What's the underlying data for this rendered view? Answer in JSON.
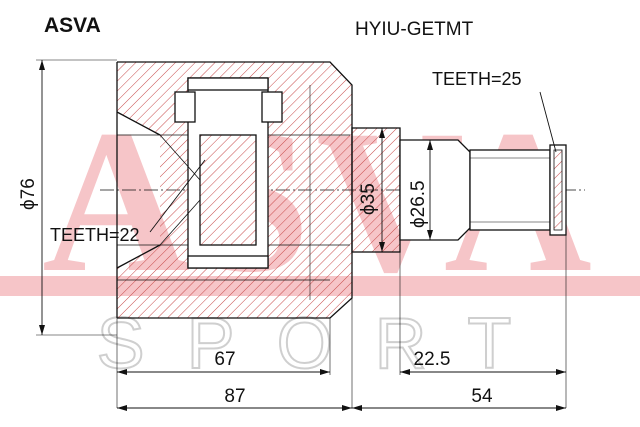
{
  "brand": "ASVA",
  "part_number": "HYIU-GETMT",
  "teeth_outer": "TEETH=25",
  "teeth_inner": "TEETH=22",
  "watermark_top": "ASVA",
  "watermark_bottom": "SPORT",
  "dimensions": {
    "outer_diameter": "ϕ76",
    "diameter_35": "ϕ35",
    "diameter_26_5": "ϕ26.5",
    "length_67": "67",
    "length_22_5": "22.5",
    "length_87": "87",
    "length_54": "54"
  },
  "colors": {
    "watermark": "#f6c5c8",
    "line": "#111111",
    "hatch": "#c84a4a"
  }
}
